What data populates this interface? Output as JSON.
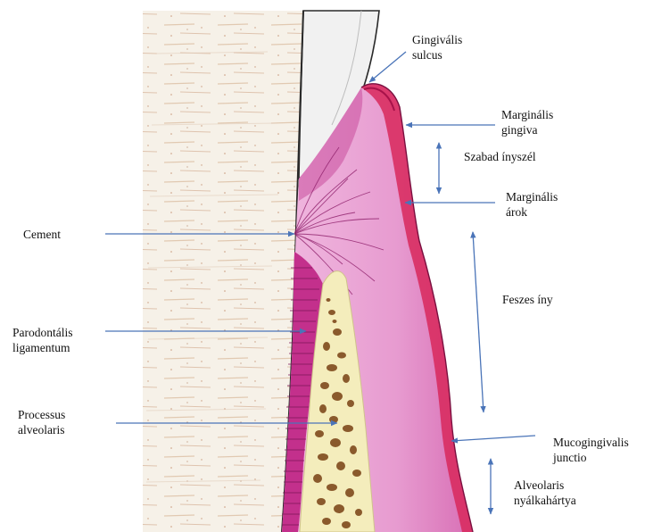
{
  "labels": {
    "gingivalis_sulcus": [
      "Gingivális",
      "sulcus"
    ],
    "marginalis_gingiva": [
      "Marginális",
      "gingiva"
    ],
    "szabad_inyszel": "Szabad ínyszél",
    "marginalis_arok": [
      "Marginális",
      "árok"
    ],
    "feszes_iny": "Feszes íny",
    "mucogingivalis_junctio": [
      "Mucogingivalis",
      "junctio"
    ],
    "alveolaris_nyalkahartya": [
      "Alveolaris",
      "nyálkahártya"
    ],
    "cement": "Cement",
    "parodontalis_ligamentum": [
      "Parodontális",
      "ligamentum"
    ],
    "processus_alveolaris": [
      "Processus",
      "alveolaris"
    ]
  },
  "colors": {
    "arrow": "#4a74b8",
    "gingiva": "#e6a2d2",
    "gingiva_dark": "#d4488f",
    "margin_red": "#d8285c",
    "ligament": "#c3308c",
    "bone": "#f4edbc",
    "trabecula": "#8a5a2c",
    "tooth": "#f7f3ec",
    "enamel": "#eeeeee",
    "outline": "#2a2a2a"
  }
}
